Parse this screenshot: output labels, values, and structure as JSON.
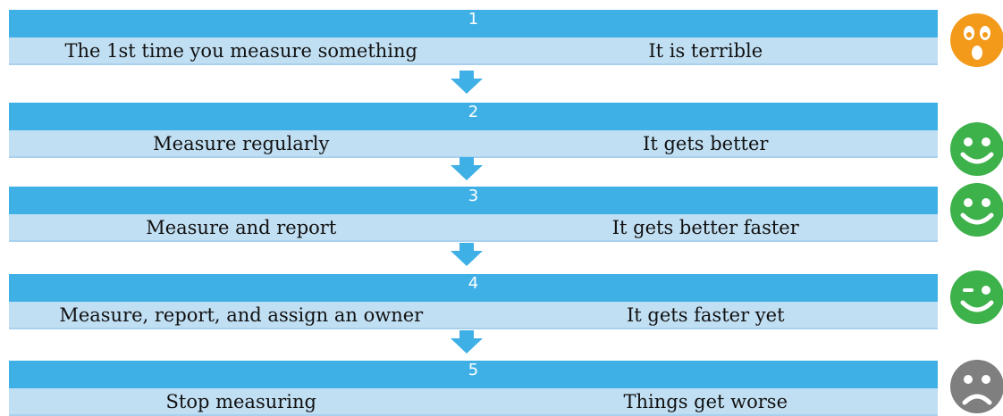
{
  "steps": [
    {
      "number": "1",
      "action": "The 1st time you measure something",
      "result": "It is terrible",
      "face_icon": "surprised-face-icon",
      "face_color": "#f39a1b"
    },
    {
      "number": "2",
      "action": "Measure regularly",
      "result": "It gets better",
      "face_icon": "smiley-face-icon",
      "face_color": "#3db14a"
    },
    {
      "number": "3",
      "action": "Measure and report",
      "result": "It gets better faster",
      "face_icon": "smiley-face-icon",
      "face_color": "#3db14a"
    },
    {
      "number": "4",
      "action": "Measure, report, and assign an owner",
      "result": "It gets faster yet",
      "face_icon": "winking-face-icon",
      "face_color": "#3db14a"
    },
    {
      "number": "5",
      "action": "Stop measuring",
      "result": "Things get worse",
      "face_icon": "sad-face-icon",
      "face_color": "#7f7f7f"
    }
  ],
  "colors": {
    "bar": "#3fb0e6",
    "content": "#c1dff3",
    "arrow": "#3fb0e6"
  }
}
